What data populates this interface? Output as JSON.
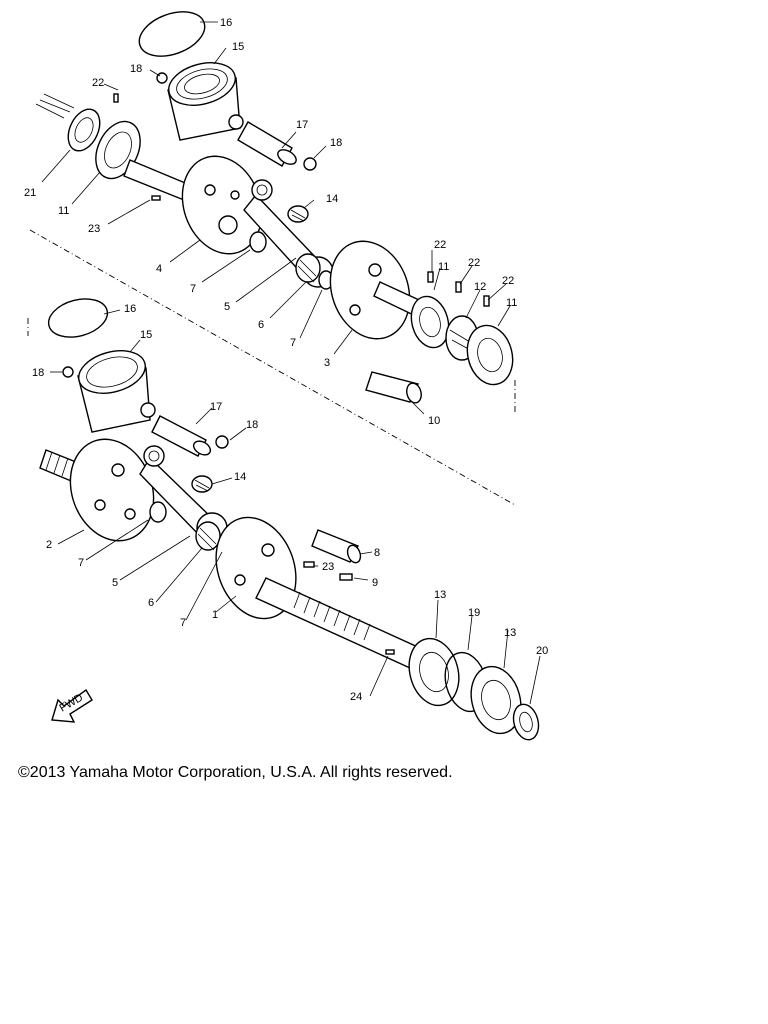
{
  "copyright": "©2013 Yamaha Motor Corporation, U.S.A. All rights reserved.",
  "fwd_mark": "FWD",
  "callouts": {
    "c1": "1",
    "c2": "2",
    "c3": "3",
    "c4": "4",
    "c5a": "5",
    "c5b": "5",
    "c6a": "6",
    "c6b": "6",
    "c7a": "7",
    "c7b": "7",
    "c7c": "7",
    "c7d": "7",
    "c8": "8",
    "c9": "9",
    "c10": "10",
    "c11a": "11",
    "c11b": "11",
    "c11c": "11",
    "c12": "12",
    "c13a": "13",
    "c13b": "13",
    "c14a": "14",
    "c14b": "14",
    "c15a": "15",
    "c15b": "15",
    "c16a": "16",
    "c16b": "16",
    "c17a": "17",
    "c17b": "17",
    "c18a": "18",
    "c18b": "18",
    "c18c": "18",
    "c18d": "18",
    "c19": "19",
    "c20": "20",
    "c21": "21",
    "c22a": "22",
    "c22b": "22",
    "c22c": "22",
    "c22d": "22",
    "c23a": "23",
    "c23b": "23",
    "c24": "24"
  }
}
